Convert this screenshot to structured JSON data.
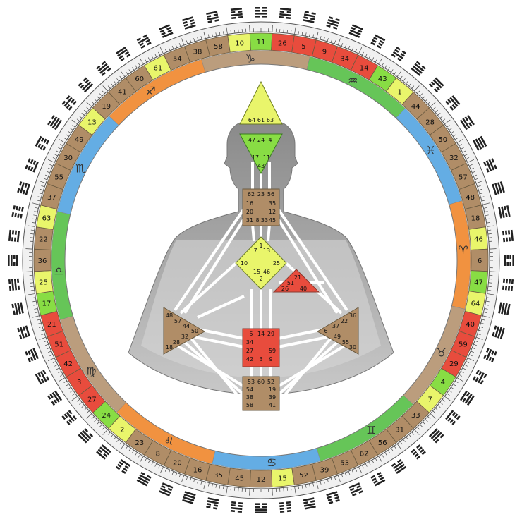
{
  "wheel": {
    "gates_clockwise_from_top": [
      11,
      26,
      5,
      9,
      34,
      14,
      43,
      1,
      44,
      28,
      50,
      32,
      57,
      48,
      18,
      46,
      6,
      47,
      64,
      40,
      59,
      29,
      4,
      7,
      33,
      31,
      56,
      62,
      53,
      39,
      52,
      15,
      12,
      45,
      35,
      16,
      20,
      8,
      23,
      2,
      24,
      27,
      3,
      42,
      51,
      21,
      17,
      25,
      36,
      22,
      63,
      37,
      55,
      30,
      49,
      13,
      19,
      41,
      60,
      61,
      54,
      38,
      58,
      10
    ],
    "gate_colors": {
      "11": "#88dd44",
      "26": "#e84c3d",
      "5": "#e84c3d",
      "9": "#e84c3d",
      "34": "#e84c3d",
      "14": "#e84c3d",
      "43": "#88dd44",
      "1": "#e9f56b",
      "44": "#b08d67",
      "28": "#b08d67",
      "50": "#b08d67",
      "32": "#b08d67",
      "57": "#b08d67",
      "48": "#b08d67",
      "18": "#b08d67",
      "46": "#e9f56b",
      "6": "#b08d67",
      "47": "#88dd44",
      "64": "#e9f56b",
      "40": "#e84c3d",
      "59": "#e84c3d",
      "29": "#e84c3d",
      "4": "#88dd44",
      "7": "#e9f56b",
      "33": "#b08d67",
      "31": "#b08d67",
      "56": "#b08d67",
      "62": "#b08d67",
      "53": "#b08d67",
      "39": "#b08d67",
      "52": "#b08d67",
      "15": "#e9f56b",
      "12": "#b08d67",
      "45": "#b08d67",
      "35": "#b08d67",
      "16": "#b08d67",
      "20": "#b08d67",
      "8": "#b08d67",
      "23": "#b08d67",
      "2": "#e9f56b",
      "24": "#88dd44",
      "27": "#e84c3d",
      "3": "#e84c3d",
      "42": "#e84c3d",
      "51": "#e84c3d",
      "21": "#e84c3d",
      "17": "#88dd44",
      "25": "#e9f56b",
      "36": "#b08d67",
      "22": "#b08d67",
      "63": "#e9f56b",
      "37": "#b08d67",
      "55": "#b08d67",
      "30": "#b08d67",
      "49": "#b08d67",
      "13": "#e9f56b",
      "19": "#b08d67",
      "41": "#b08d67",
      "60": "#b08d67",
      "61": "#e9f56b",
      "54": "#b08d67",
      "38": "#b08d67",
      "58": "#b08d67",
      "10": "#e9f56b"
    },
    "zodiac_symbols": [
      "♑",
      "♐",
      "♏",
      "♎",
      "♍",
      "♌",
      "♋",
      "♊",
      "♉",
      "♈",
      "♓",
      "♒"
    ],
    "zodiac_colors": [
      "#b08d67",
      "#f08020",
      "#4aa0e0",
      "#4cbc3c",
      "#b08d67",
      "#f08020",
      "#4aa0e0",
      "#4cbc3c",
      "#b08d67",
      "#f08020",
      "#4aa0e0",
      "#4cbc3c"
    ]
  },
  "body": {
    "centers": {
      "head": {
        "gates": [
          "64",
          "61",
          "63"
        ],
        "color": "#e9f56b"
      },
      "ajna": {
        "gates": [
          "47",
          "24",
          "4",
          "17",
          "11",
          "43"
        ],
        "color": "#88dd44"
      },
      "throat": {
        "gates": [
          "62",
          "23",
          "56",
          "16",
          "35",
          "20",
          "12",
          "31",
          "8",
          "33",
          "45"
        ],
        "color": "#b08d67"
      },
      "g": {
        "gates": [
          "1",
          "7",
          "13",
          "10",
          "25",
          "15",
          "46",
          "2"
        ],
        "color": "#e9f56b"
      },
      "ego": {
        "gates": [
          "21",
          "51",
          "26",
          "40"
        ],
        "color": "#e84c3d"
      },
      "spleen": {
        "gates": [
          "48",
          "57",
          "44",
          "50",
          "32",
          "28",
          "18"
        ],
        "color": "#b08d67"
      },
      "solar_plexus": {
        "gates": [
          "36",
          "22",
          "37",
          "6",
          "49",
          "55",
          "30"
        ],
        "color": "#b08d67"
      },
      "sacral": {
        "gates": [
          "5",
          "14",
          "29",
          "34",
          "27",
          "59",
          "42",
          "3",
          "9"
        ],
        "color": "#e84c3d"
      },
      "root": {
        "gates": [
          "53",
          "60",
          "52",
          "54",
          "19",
          "38",
          "39",
          "58",
          "41"
        ],
        "color": "#b08d67"
      }
    }
  }
}
